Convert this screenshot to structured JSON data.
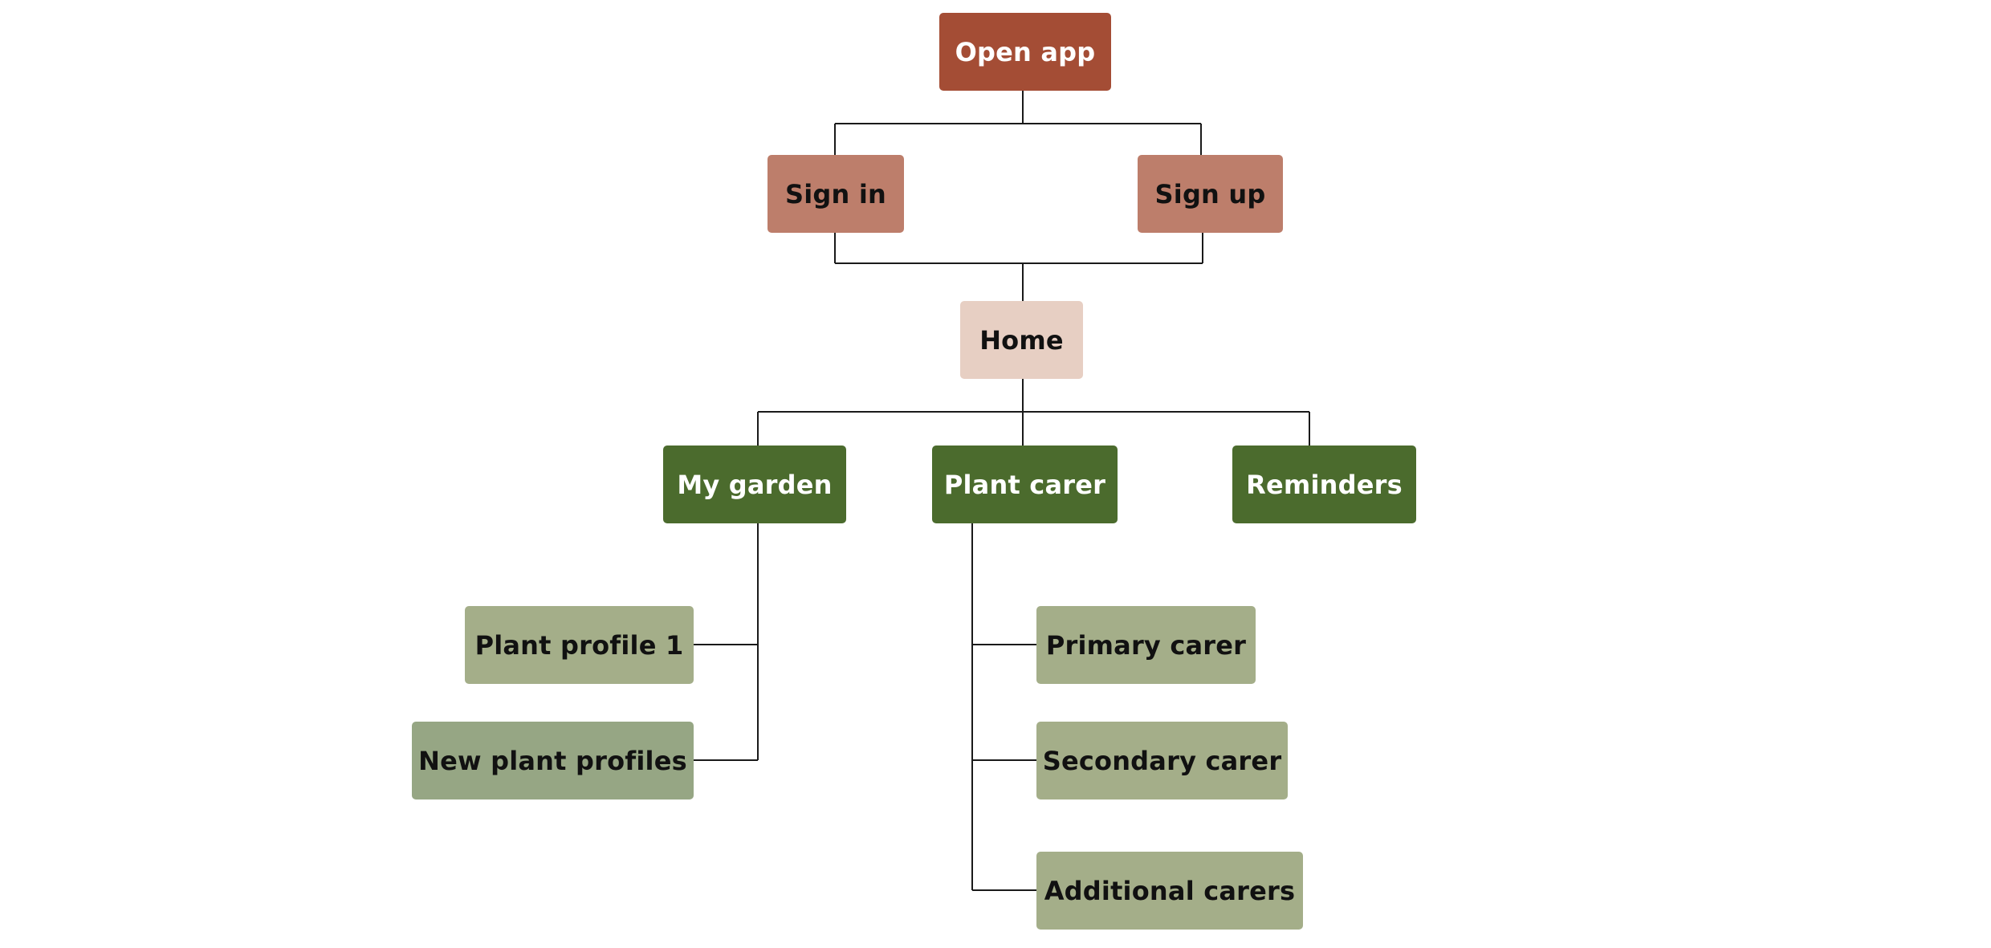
{
  "diagram": {
    "nodes": {
      "open_app": "Open app",
      "sign_in": "Sign in",
      "sign_up": "Sign up",
      "home": "Home",
      "my_garden": "My garden",
      "plant_carer": "Plant carer",
      "reminders": "Reminders",
      "plant_profile_1": "Plant profile 1",
      "new_plant_profiles": "New plant profiles",
      "primary_carer": "Primary carer",
      "secondary_carer": "Secondary carer",
      "additional_carers": "Additional carers"
    },
    "edges": [
      [
        "open_app",
        "sign_in"
      ],
      [
        "open_app",
        "sign_up"
      ],
      [
        "sign_in",
        "home"
      ],
      [
        "sign_up",
        "home"
      ],
      [
        "home",
        "my_garden"
      ],
      [
        "home",
        "plant_carer"
      ],
      [
        "home",
        "reminders"
      ],
      [
        "my_garden",
        "plant_profile_1"
      ],
      [
        "my_garden",
        "new_plant_profiles"
      ],
      [
        "plant_carer",
        "primary_carer"
      ],
      [
        "plant_carer",
        "secondary_carer"
      ],
      [
        "plant_carer",
        "additional_carers"
      ]
    ],
    "colors": {
      "root": "#a44d35",
      "auth": "#bd7e6b",
      "home": "#e7cfc3",
      "section": "#4b6b2d",
      "leaf": "#a4ae89",
      "leaf_alt": "#96a684",
      "connector": "#1a1a1a"
    }
  }
}
